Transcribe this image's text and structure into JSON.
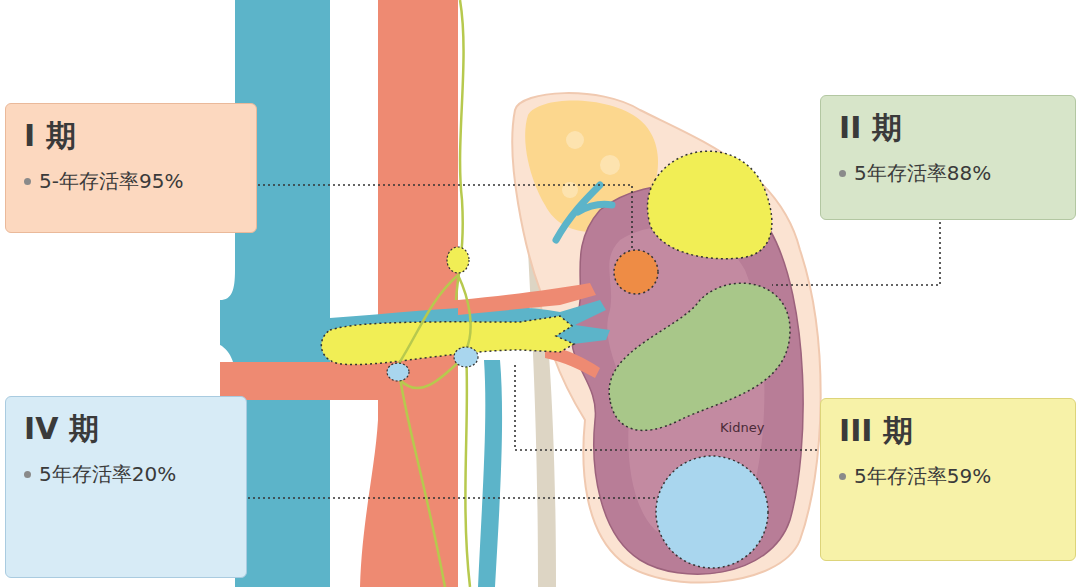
{
  "diagram": {
    "nodes": [
      {
        "text": [
          "I 期",
          "5-年存活率95%"
        ]
      },
      {
        "text": [
          "II 期",
          "5年存活率88%"
        ]
      },
      {
        "text": [
          "IV 期",
          "5年存活率20%"
        ]
      },
      {
        "text": [
          "III 期",
          "5年存活率59%"
        ]
      }
    ],
    "labels": [
      "Kidney"
    ]
  }
}
